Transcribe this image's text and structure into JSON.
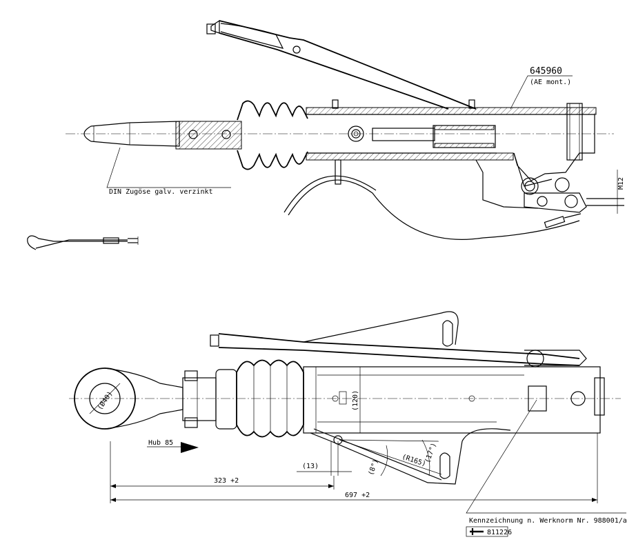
{
  "top_view": {
    "part_number": "645960",
    "part_note": "(AE mont.)",
    "eye_note": "DIN Zugöse galv. verzinkt",
    "thread_label": "M12"
  },
  "side_view": {
    "diameter_label": "(Ø40)",
    "stroke_label": "Hub 85",
    "height_dim": "(120)",
    "offset_dim": "(13)",
    "angle_small": "(8°)",
    "radius_dim": "(R165)",
    "angle_large": "(17°)",
    "length_short": "323 +2",
    "length_total": "697 +2",
    "marking_note": "Kennzeichnung n. Werknorm Nr. 988001/a",
    "approval_mark": "811226"
  }
}
